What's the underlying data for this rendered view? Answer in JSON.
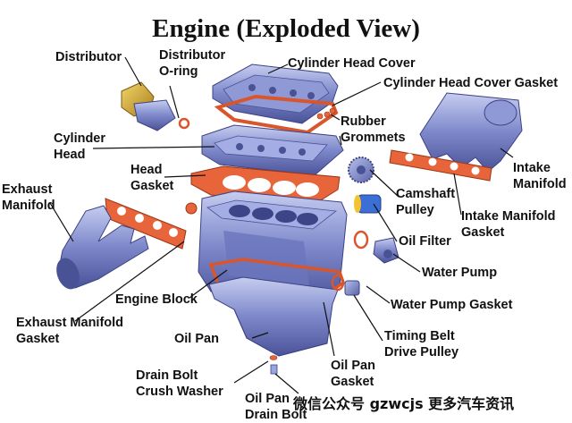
{
  "title": "Engine (Exploded View)",
  "labels": {
    "distributor": "Distributor",
    "distributor_oring": "Distributor\nO-ring",
    "cylinder_head_cover": "Cylinder Head Cover",
    "cylinder_head_cover_gasket": "Cylinder Head Cover Gasket",
    "rubber_grommets": "Rubber\nGrommets",
    "cylinder_head": "Cylinder\nHead",
    "head_gasket": "Head\nGasket",
    "intake_manifold": "Intake\nManifold",
    "exhaust_manifold": "Exhaust\nManifold",
    "camshaft_pulley": "Camshaft\nPulley",
    "intake_manifold_gasket": "Intake Manifold\nGasket",
    "oil_filter": "Oil Filter",
    "water_pump": "Water Pump",
    "engine_block": "Engine Block",
    "water_pump_gasket": "Water Pump Gasket",
    "exhaust_manifold_gasket": "Exhaust Manifold\nGasket",
    "oil_pan": "Oil Pan",
    "timing_belt_drive_pulley": "Timing Belt\nDrive Pulley",
    "drain_bolt_crush_washer": "Drain Bolt\nCrush Washer",
    "oil_pan_gasket": "Oil Pan\nGasket",
    "oil_pan_drain_bolt": "Oil Pan\nDrain Bolt"
  },
  "watermark": "微信公众号 gzwcjs 更多汽车资讯",
  "colors": {
    "metal": "#7b86c8",
    "metal_dark": "#4a5296",
    "metal_light": "#b3bce8",
    "gasket": "#e8643a",
    "brass": "#d8b23a"
  }
}
